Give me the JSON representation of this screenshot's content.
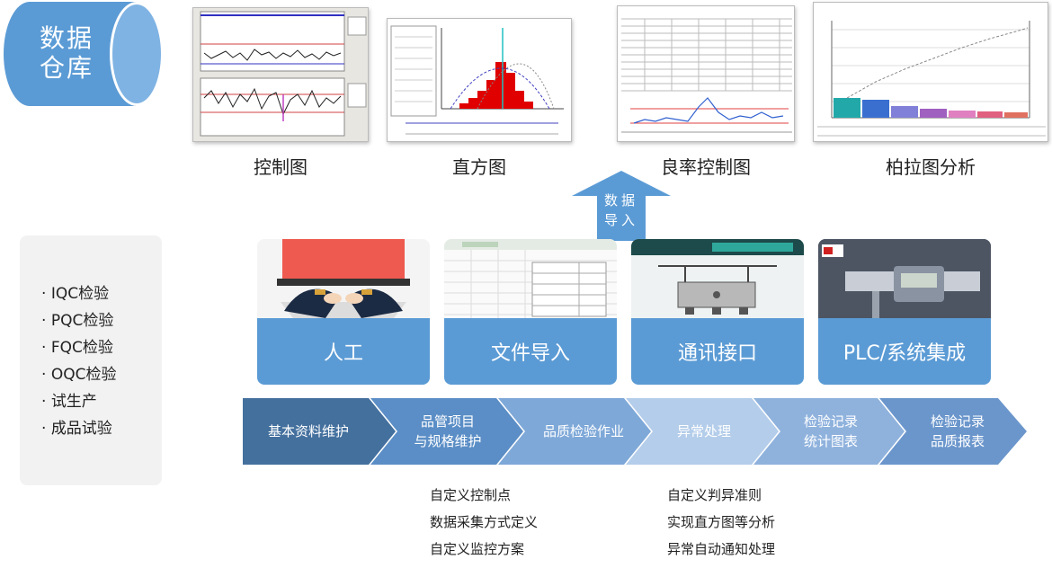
{
  "warehouse": {
    "line1": "数据",
    "line2": "仓库"
  },
  "thumbnails": [
    {
      "name": "control-chart",
      "label": "控制图"
    },
    {
      "name": "histogram",
      "label": "直方图"
    },
    {
      "name": "yield-control-chart",
      "label": "良率控制图"
    },
    {
      "name": "pareto-analysis",
      "label": "柏拉图分析"
    }
  ],
  "import_arrow": {
    "line1": "数据",
    "line2": "导入"
  },
  "inspections": [
    "IQC检验",
    "PQC检验",
    "FQC检验",
    "OQC检验",
    "试生产",
    "成品试验"
  ],
  "methods": [
    "人工",
    "文件导入",
    "通讯接口",
    "PLC/系统集成"
  ],
  "process_steps": [
    {
      "line1": "基本资料维护",
      "line2": ""
    },
    {
      "line1": "品管项目",
      "line2": "与规格维护"
    },
    {
      "line1": "品质检验作业",
      "line2": ""
    },
    {
      "line1": "异常处理",
      "line2": ""
    },
    {
      "line1": "检验记录",
      "line2": "统计图表"
    },
    {
      "line1": "检验记录",
      "line2": "品质报表"
    }
  ],
  "notes_left": [
    "自定义控制点",
    "数据采集方式定义",
    "自定义监控方案"
  ],
  "notes_right": [
    "自定义判异准则",
    "实现直方图等分析",
    "异常自动通知处理"
  ],
  "colors": {
    "accent": "#5b9bd5",
    "step1": "#44709e",
    "step2": "#5b8ec6",
    "step3": "#7ea8d8",
    "step4": "#b4cdea",
    "step5": "#8fb2dd",
    "step6": "#6b96cc"
  }
}
